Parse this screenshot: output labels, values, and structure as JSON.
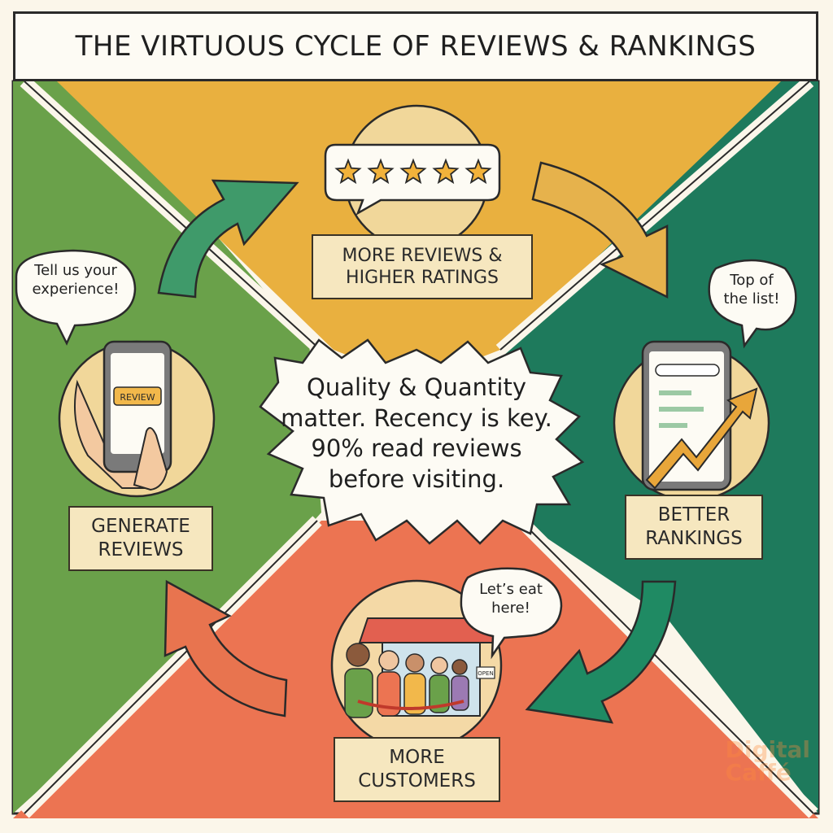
{
  "title": "THE VIRTUOUS CYCLE OF REVIEWS & RANKINGS",
  "colors": {
    "top": "#e9b03f",
    "left": "#6aa14a",
    "right": "#1e7a5c",
    "bottom": "#ec7452",
    "label_bg": "#f6e7bf",
    "outline": "#2a2a2a"
  },
  "stages": {
    "top": {
      "lines": [
        "MORE REVIEWS &",
        "HIGHER RATINGS"
      ],
      "icon": "star-rating-icon"
    },
    "right": {
      "lines": [
        "BETTER",
        "RANKINGS"
      ],
      "icon": "phone-rising-chart-icon"
    },
    "bottom": {
      "lines": [
        "MORE",
        "CUSTOMERS"
      ],
      "icon": "storefront-crowd-icon"
    },
    "left": {
      "lines": [
        "GENERATE",
        "REVIEWS"
      ],
      "icon": "phone-review-icon",
      "phone_button": "REVIEW"
    }
  },
  "bubbles": {
    "left": [
      "Tell us your",
      "experience!"
    ],
    "right": [
      "Top of",
      "the list!"
    ],
    "bottom": [
      "Let’s eat",
      "here!"
    ]
  },
  "center": [
    "Quality & Quantity",
    "matter. Recency is key.",
    "90% read reviews",
    "before visiting."
  ],
  "shop_sign": "OPEN",
  "stars": 5,
  "watermark": [
    "Digital",
    "Caffé"
  ]
}
